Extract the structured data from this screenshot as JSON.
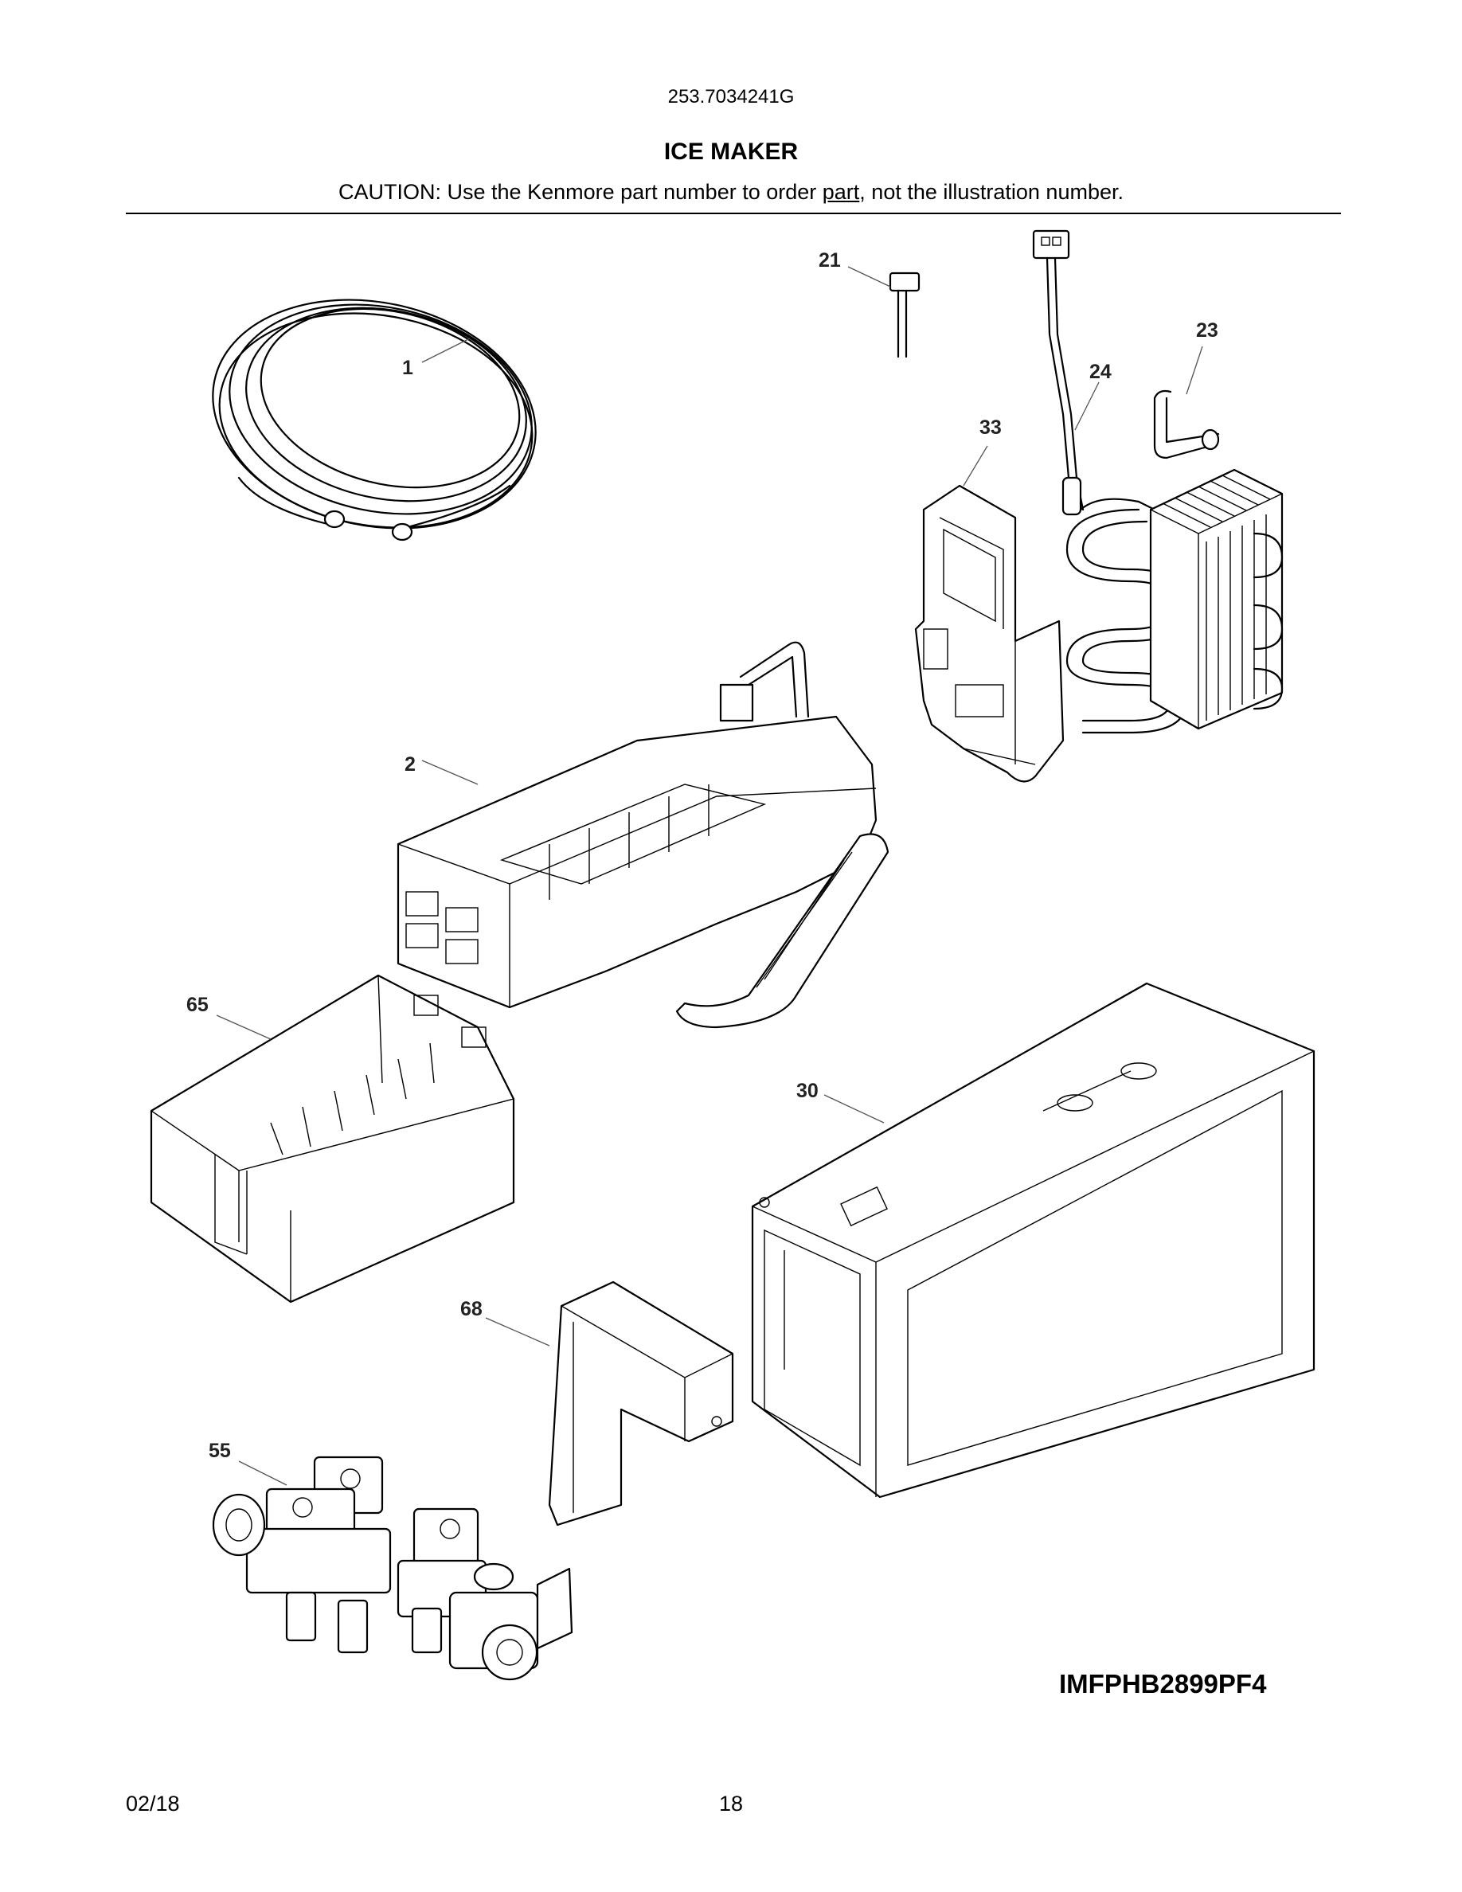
{
  "header": {
    "model_number": "253.7034241G",
    "section_title": "ICE MAKER",
    "caution_prefix": "CAUTION: Use the Kenmore part number to order ",
    "caution_link": "part",
    "caution_suffix": ", not the illustration number."
  },
  "callouts": [
    {
      "id": "1",
      "label": "1"
    },
    {
      "id": "2",
      "label": "2"
    },
    {
      "id": "21",
      "label": "21"
    },
    {
      "id": "23",
      "label": "23"
    },
    {
      "id": "24",
      "label": "24"
    },
    {
      "id": "30",
      "label": "30"
    },
    {
      "id": "33",
      "label": "33"
    },
    {
      "id": "55",
      "label": "55"
    },
    {
      "id": "65",
      "label": "65"
    },
    {
      "id": "68",
      "label": "68"
    }
  ],
  "diagram_code": "IMFPHB2899PF4",
  "footer": {
    "date": "02/18",
    "page_number": "18"
  }
}
